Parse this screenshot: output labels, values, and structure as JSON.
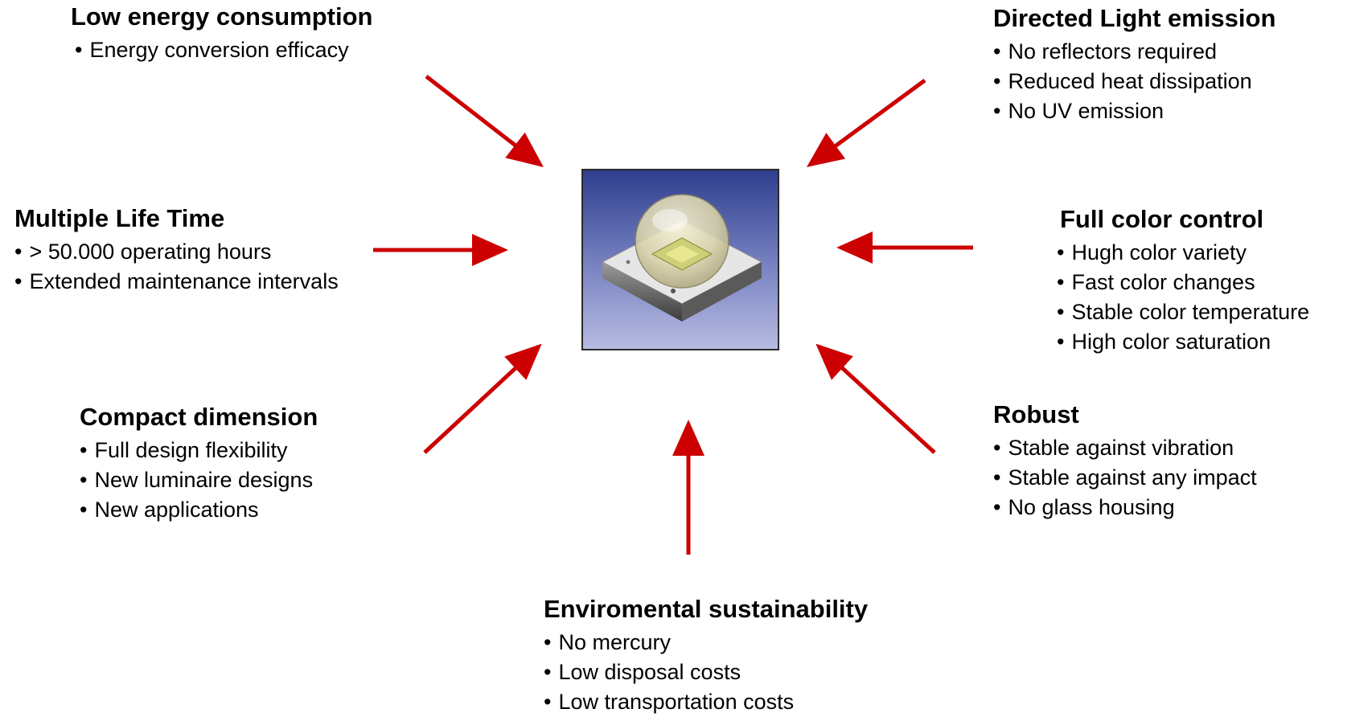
{
  "accent_color": "#cc0000",
  "center_image": {
    "icon": "led-component-icon"
  },
  "blocks": {
    "low_energy": {
      "title": "Low energy consumption",
      "items": [
        "Energy conversion efficacy"
      ]
    },
    "directed_light": {
      "title": "Directed Light emission",
      "items": [
        "No reflectors required",
        "Reduced heat dissipation",
        "No UV emission"
      ]
    },
    "multiple_life": {
      "title": "Multiple Life Time",
      "items": [
        "> 50.000 operating hours",
        "Extended maintenance intervals"
      ]
    },
    "full_color": {
      "title": "Full color control",
      "items": [
        "Hugh color variety",
        "Fast color changes",
        "Stable color temperature",
        "High color saturation"
      ]
    },
    "compact": {
      "title": "Compact dimension",
      "items": [
        "Full design flexibility",
        "New luminaire designs",
        "New applications"
      ]
    },
    "robust": {
      "title": "Robust",
      "items": [
        "Stable against vibration",
        "Stable against any impact",
        "No glass housing"
      ]
    },
    "environmental": {
      "title": "Enviromental sustainability",
      "items": [
        "No mercury",
        "Low disposal costs",
        "Low transportation costs"
      ]
    }
  }
}
